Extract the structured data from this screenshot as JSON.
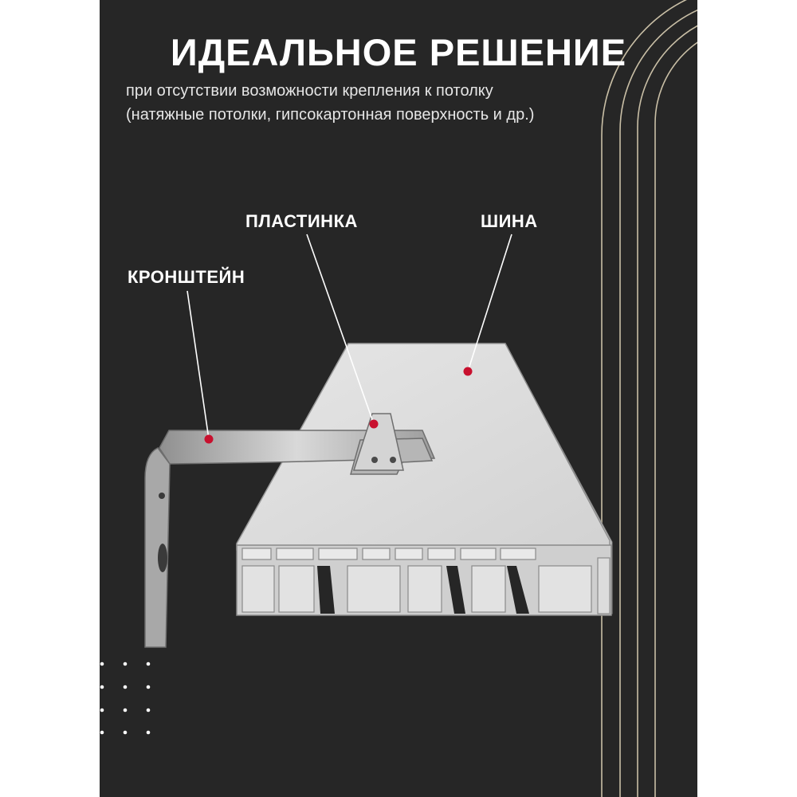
{
  "header": {
    "title": "ИДЕАЛЬНОЕ РЕШЕНИЕ",
    "subtitle_line1": "при отсутствии возможности крепления к потолку",
    "subtitle_line2": "(натяжные потолки, гипсокартонная поверхность и др.)"
  },
  "labels": {
    "plate": "ПЛАСТИНКА",
    "rail": "ШИНА",
    "bracket": "КРОНШТЕЙН"
  },
  "colors": {
    "background": "#262626",
    "accent_dot": "#c8102e",
    "decor_lines": "#c9bfa6",
    "text": "#ffffff"
  }
}
